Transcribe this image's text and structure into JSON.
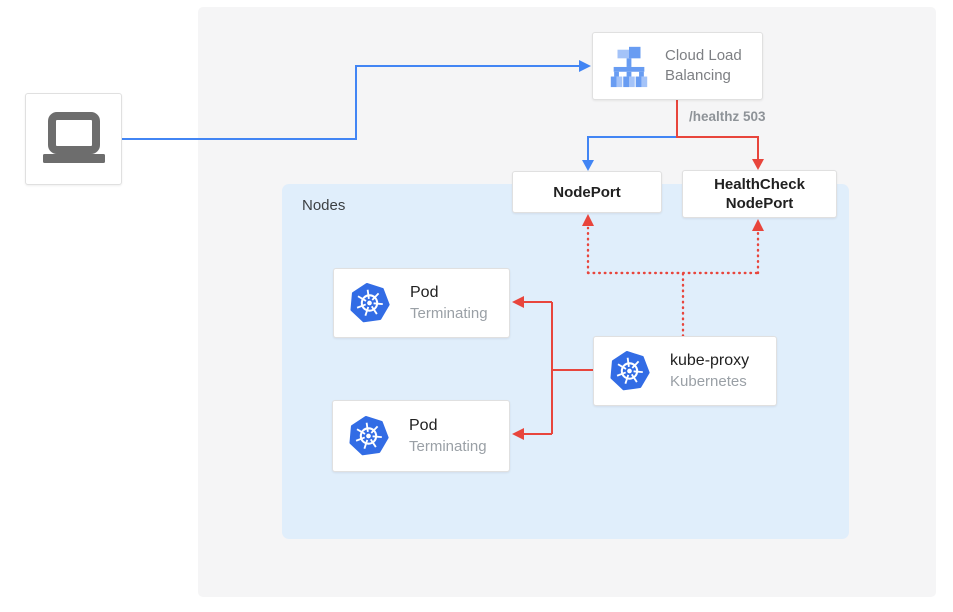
{
  "colors": {
    "traffic_blue": "#4285f4",
    "health_red": "#e8453c",
    "panel_gray": "#f5f5f6",
    "nodes_blue": "#e0eefb",
    "box_border": "#e0e0e0",
    "text_dark": "#212121",
    "text_gray": "#9aa0a6",
    "clb_text_gray": "#7d7f83",
    "healthz_gray": "#8e9398",
    "nodes_label_gray": "#3c4043",
    "kubernetes_blue": "#326ce5",
    "laptop_gray": "#6d6d6d",
    "clb_icon_light": "#a4c3f8",
    "clb_icon_medium": "#689cf2"
  },
  "diagram": {
    "cloud_load_balancing": {
      "label": "Cloud Load\nBalancing"
    },
    "healthz_label": "/healthz 503",
    "nodeport": {
      "label": "NodePort"
    },
    "healthcheck_nodeport": {
      "label": "HealthCheck\nNodePort"
    },
    "nodes_panel": {
      "label": "Nodes"
    },
    "pod1": {
      "title": "Pod",
      "status": "Terminating"
    },
    "pod2": {
      "title": "Pod",
      "status": "Terminating"
    },
    "kube_proxy": {
      "title": "kube-proxy",
      "subtitle": "Kubernetes"
    }
  }
}
